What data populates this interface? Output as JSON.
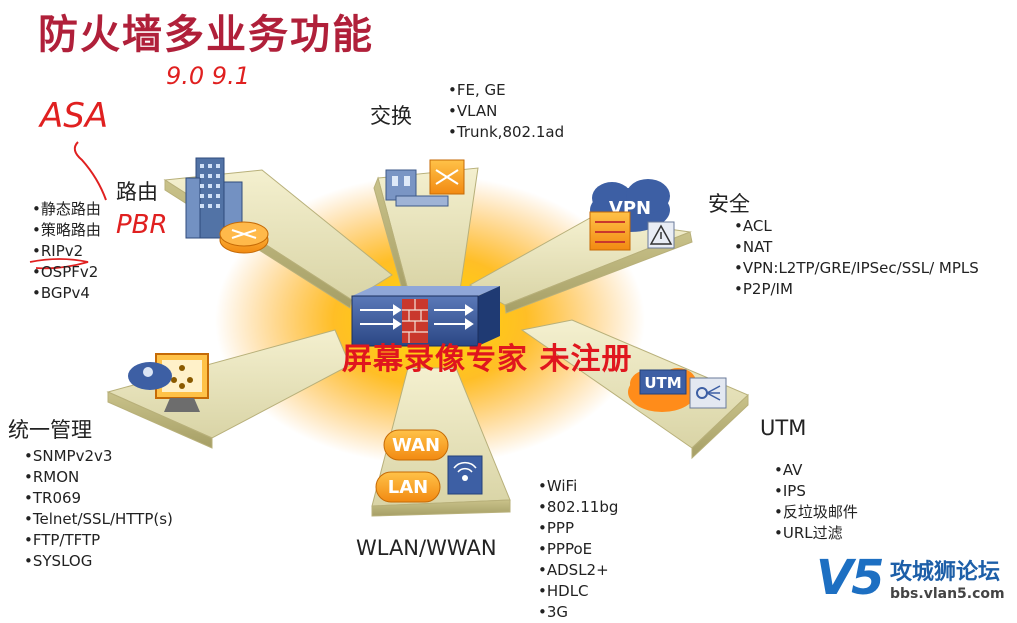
{
  "title": "防火墙多业务功能",
  "annotations": {
    "version": "9.0  9.1",
    "asa": "ASA",
    "pbr": "PBR"
  },
  "categories": {
    "routing": {
      "label": "路由",
      "items": [
        "静态路由",
        "策略路由",
        "RIPv2",
        "OSPFv2",
        "BGPv4"
      ]
    },
    "switching": {
      "label": "交换",
      "items": [
        "FE, GE",
        "VLAN",
        "Trunk,802.1ad"
      ]
    },
    "security": {
      "label": "安全",
      "items": [
        "ACL",
        "NAT",
        "VPN:L2TP/GRE/IPSec/SSL/ MPLS",
        "P2P/IM"
      ]
    },
    "management": {
      "label": "统一管理",
      "items": [
        "SNMPv2v3",
        "RMON",
        "TR069",
        "Telnet/SSL/HTTP(s)",
        "FTP/TFTP",
        "SYSLOG"
      ]
    },
    "wlan": {
      "label": "WLAN/WWAN",
      "items": [
        "WiFi",
        "802.11bg",
        "PPP",
        "PPPoE",
        "ADSL2+",
        "HDLC",
        "3G"
      ]
    },
    "utm": {
      "label": "UTM",
      "items": [
        "AV",
        "IPS",
        "反垃圾邮件",
        "URL过滤"
      ]
    }
  },
  "icons": {
    "vpn": "VPN",
    "utm": "UTM",
    "wan": "WAN",
    "lan": "LAN"
  },
  "watermark": "屏幕录像专家  未注册",
  "logo": {
    "mark": "V5",
    "name": "攻城狮论坛",
    "url": "bbs.vlan5.com"
  },
  "colors": {
    "title": "#b0203a",
    "handwriting": "#e02020",
    "watermark": "#e0161e",
    "logo": "#1d5fa8",
    "glow": "#ffb300"
  }
}
